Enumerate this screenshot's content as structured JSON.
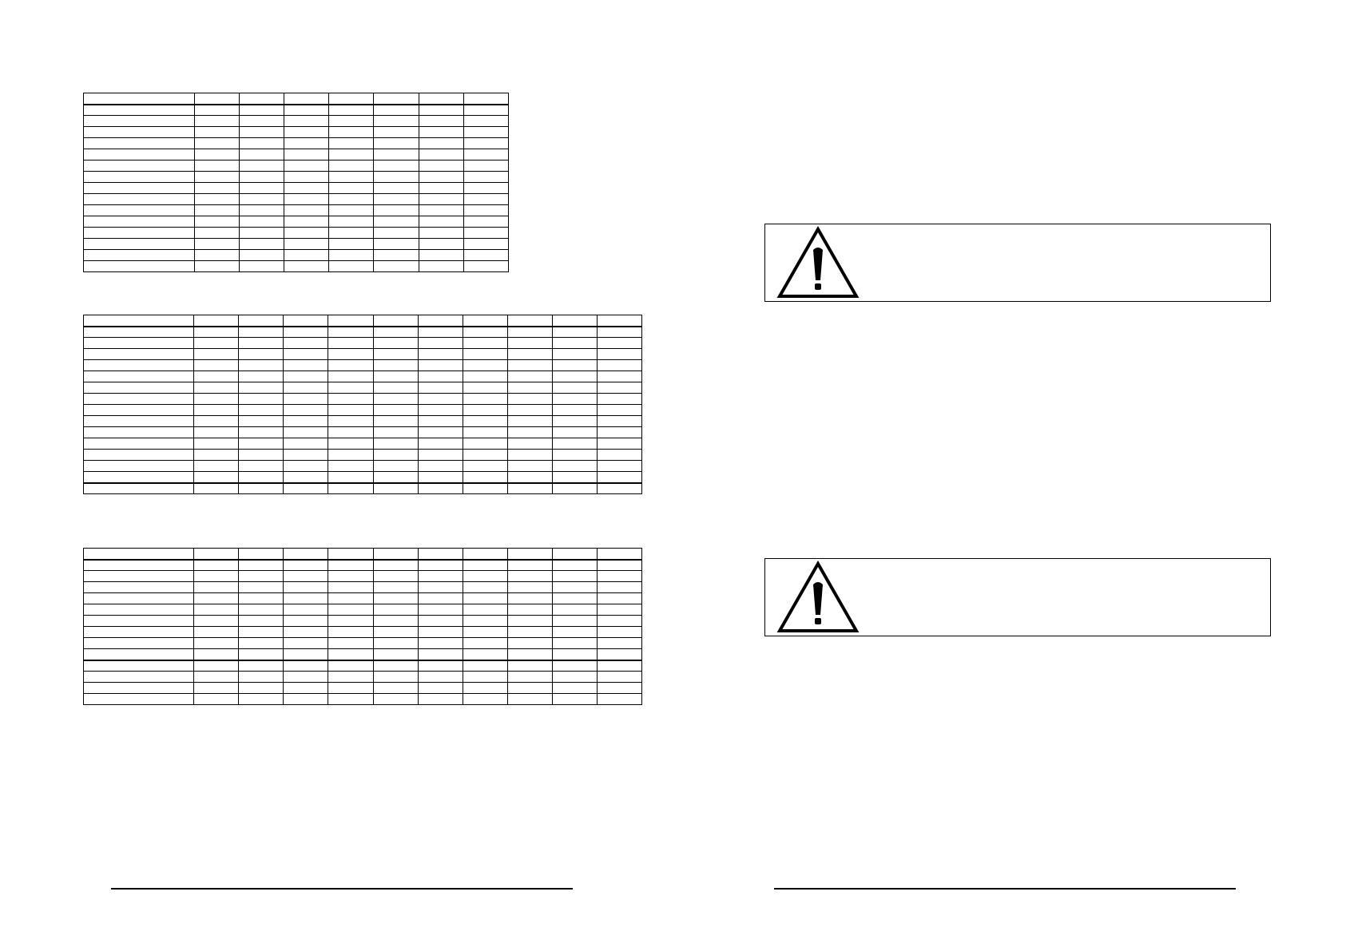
{
  "left_page": {
    "table_1": {
      "columns": 8,
      "rows": 16,
      "cells": []
    },
    "table_2": {
      "columns": 11,
      "rows": 16,
      "cells": []
    },
    "table_3": {
      "columns": 11,
      "rows": 14,
      "cells": []
    }
  },
  "right_page": {
    "warning_1": {
      "icon": "warning-triangle-icon",
      "text": ""
    },
    "warning_2": {
      "icon": "warning-triangle-icon",
      "text": ""
    }
  }
}
